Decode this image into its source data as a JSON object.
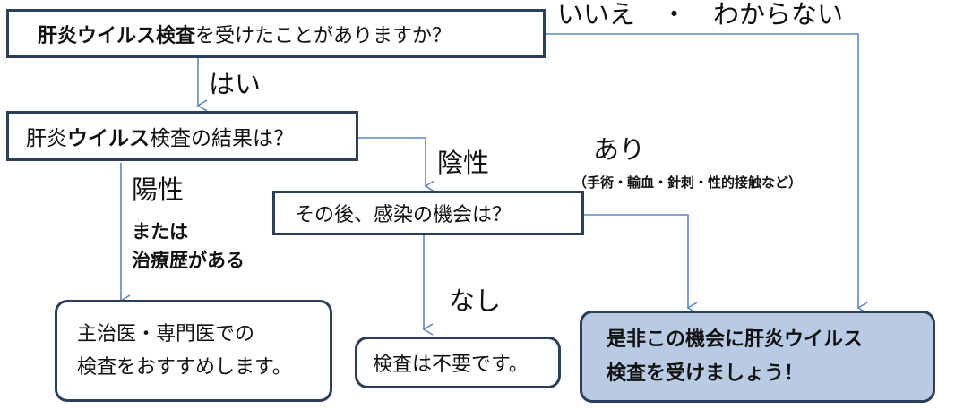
{
  "colors": {
    "box_border": "#2b3f5a",
    "arrow": "#5b86c2",
    "result_fill": "#b9cbe4"
  },
  "nodes": {
    "q1": {
      "bold_part": "肝炎ウイルス検査",
      "rest_part": "を受けたことがありますか？"
    },
    "q2": {
      "part1": "肝炎",
      "bold_part": "ウイルス",
      "part2": "検査の結果は？"
    },
    "q3": {
      "text": "その後、感染の機会は？"
    },
    "r1": {
      "line1": "主治医・専門医での",
      "line2": "検査をおすすめします。"
    },
    "r2": {
      "text": "検査は不要です。"
    },
    "r3": {
      "line1": "是非この機会に肝炎ウイルス",
      "line2": "検査を受けましょう！"
    }
  },
  "labels": {
    "no_unknown": "いいえ　・　わからない",
    "yes": "はい",
    "positive": "陽性",
    "or_line1": "または",
    "or_line2": "治療歴がある",
    "negative": "陰性",
    "exposure_yes": "あり",
    "exposure_examples": "（手術・輸血・針刺・性的接触など）",
    "exposure_no": "なし"
  }
}
